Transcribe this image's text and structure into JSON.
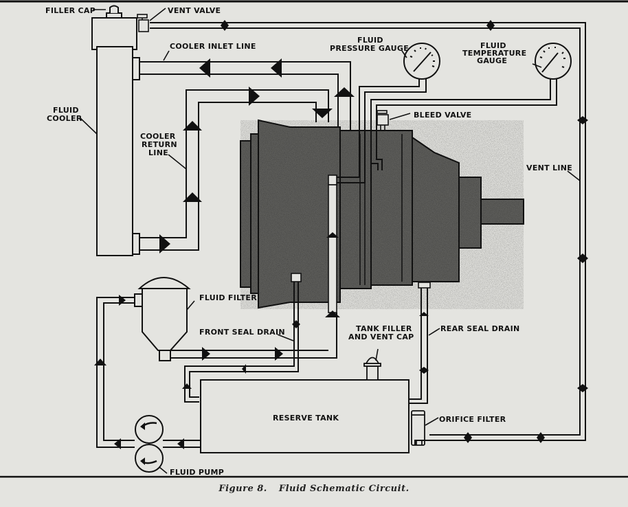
{
  "figure": {
    "number_label": "Figure 8.",
    "title": "Fluid Schematic Circuit."
  },
  "labels": {
    "filler_cap": "FILLER CAP",
    "vent_valve": "VENT VALVE",
    "cooler_inlet_line": "COOLER INLET LINE",
    "fluid_cooler": [
      "FLUID",
      "COOLER"
    ],
    "cooler_return_line": [
      "COOLER",
      "RETURN",
      "LINE"
    ],
    "fluid_pressure_gauge": [
      "FLUID",
      "PRESSURE GAUGE"
    ],
    "fluid_temperature_gauge": [
      "FLUID",
      "TEMPERATURE",
      "GAUGE"
    ],
    "bleed_valve": "BLEED VALVE",
    "vent_line": "VENT LINE",
    "fluid_filter": "FLUID FILTER",
    "front_seal_drain": "FRONT SEAL DRAIN",
    "tank_filler_vent_cap": [
      "TANK FILLER",
      "AND VENT CAP"
    ],
    "rear_seal_drain": "REAR SEAL DRAIN",
    "reserve_tank": "RESERVE TANK",
    "orifice_filter": "ORIFICE FILTER",
    "fluid_pump": "FLUID PUMP"
  },
  "colors": {
    "paper": "#e4e4e0",
    "ink": "#111111",
    "housing": "#5a5a58"
  }
}
